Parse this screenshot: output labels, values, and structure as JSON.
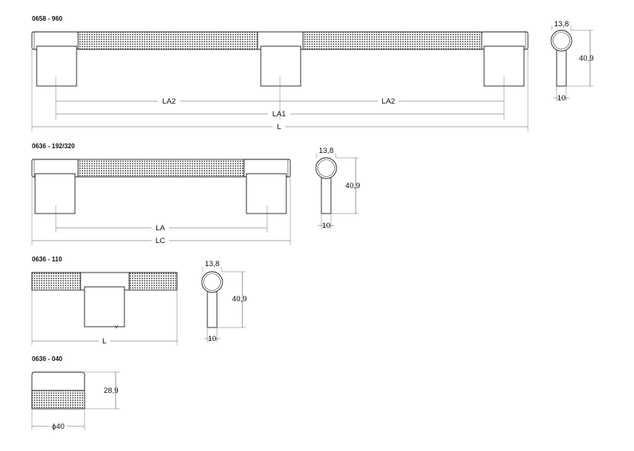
{
  "drawings": [
    {
      "code": "0658 - 960",
      "labels": {
        "la2_left": "LA2",
        "la2_right": "LA2",
        "la1": "LA1",
        "total": "L"
      },
      "side": {
        "diameter": "13,8",
        "height": "40,9",
        "width": "10"
      }
    },
    {
      "code": "0636 - 192/320",
      "labels": {
        "la": "LA",
        "total": "LC"
      },
      "side": {
        "diameter": "13,8",
        "height": "40,9",
        "width": "10"
      }
    },
    {
      "code": "0636 - 110",
      "labels": {
        "total": "L"
      },
      "side": {
        "diameter": "13,8",
        "height": "40,9",
        "width": "10"
      }
    },
    {
      "code": "0636 - 040",
      "labels": {
        "height": "28,9",
        "diameter": "ϕ40"
      }
    }
  ]
}
